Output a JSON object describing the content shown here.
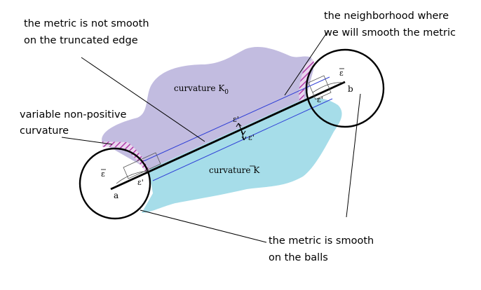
{
  "annotations": {
    "not_smooth_line1": "the metric is not smooth",
    "not_smooth_line2": "on the truncated edge",
    "neighborhood_line1": "the neighborhood where",
    "neighborhood_line2": "we will smooth the metric",
    "variable_line1": "variable non-positive",
    "variable_line2": "curvature",
    "smooth_balls_line1": "the metric is smooth",
    "smooth_balls_line2": "on the balls"
  },
  "regions": {
    "curvature_k0": "curvature K",
    "curvature_k0_sub": "0",
    "curvature_kbar": "curvature K"
  },
  "points": {
    "a": "a",
    "b": "b"
  },
  "symbols": {
    "epsilon_bar": "ε",
    "epsilon_prime": "ε'"
  },
  "colors": {
    "purple_region": "#c2bce0",
    "blue_region": "#a6dde9",
    "hatch": "#b03aa8",
    "tube_line": "#2f3fd6"
  }
}
